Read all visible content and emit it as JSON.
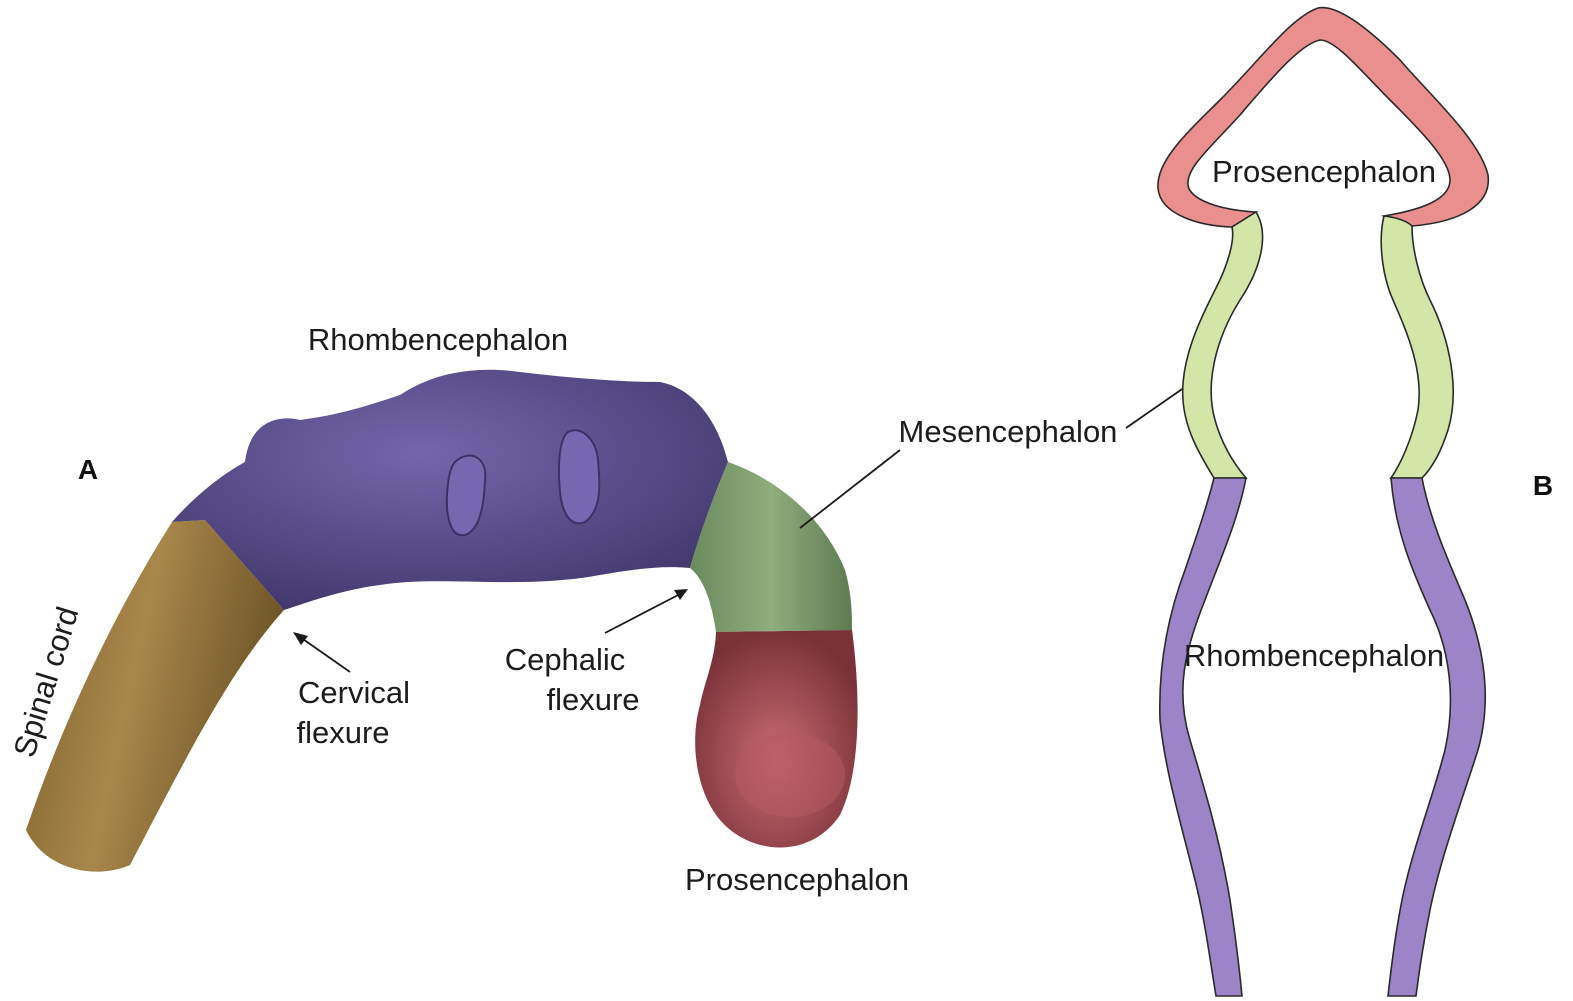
{
  "panel_a": {
    "panel_letter": "A",
    "labels": {
      "rhombencephalon": "Rhombencephalon",
      "mesencephalon": "Mesencephalon",
      "spinal_cord": "Spinal cord",
      "cervical_1": "Cervical",
      "cervical_2": "flexure",
      "cephalic_1": "Cephalic",
      "cephalic_2": "flexure",
      "prosencephalon": "Prosencephalon"
    }
  },
  "panel_b": {
    "panel_letter": "B",
    "labels": {
      "prosencephalon": "Prosencephalon",
      "rhombencephalon": "Rhombencephalon"
    }
  },
  "colors": {
    "spinal_cord": "#9a7a3e",
    "rhombencephalon_a": "#5f5296",
    "mesencephalon_a": "#7f9a6f",
    "prosencephalon_a": "#9c4d52",
    "prosencephalon_b": "#e98f8d",
    "mesencephalon_b": "#d3e6a8",
    "rhombencephalon_b": "#9b84c7",
    "outline": "#2a2a2a"
  }
}
